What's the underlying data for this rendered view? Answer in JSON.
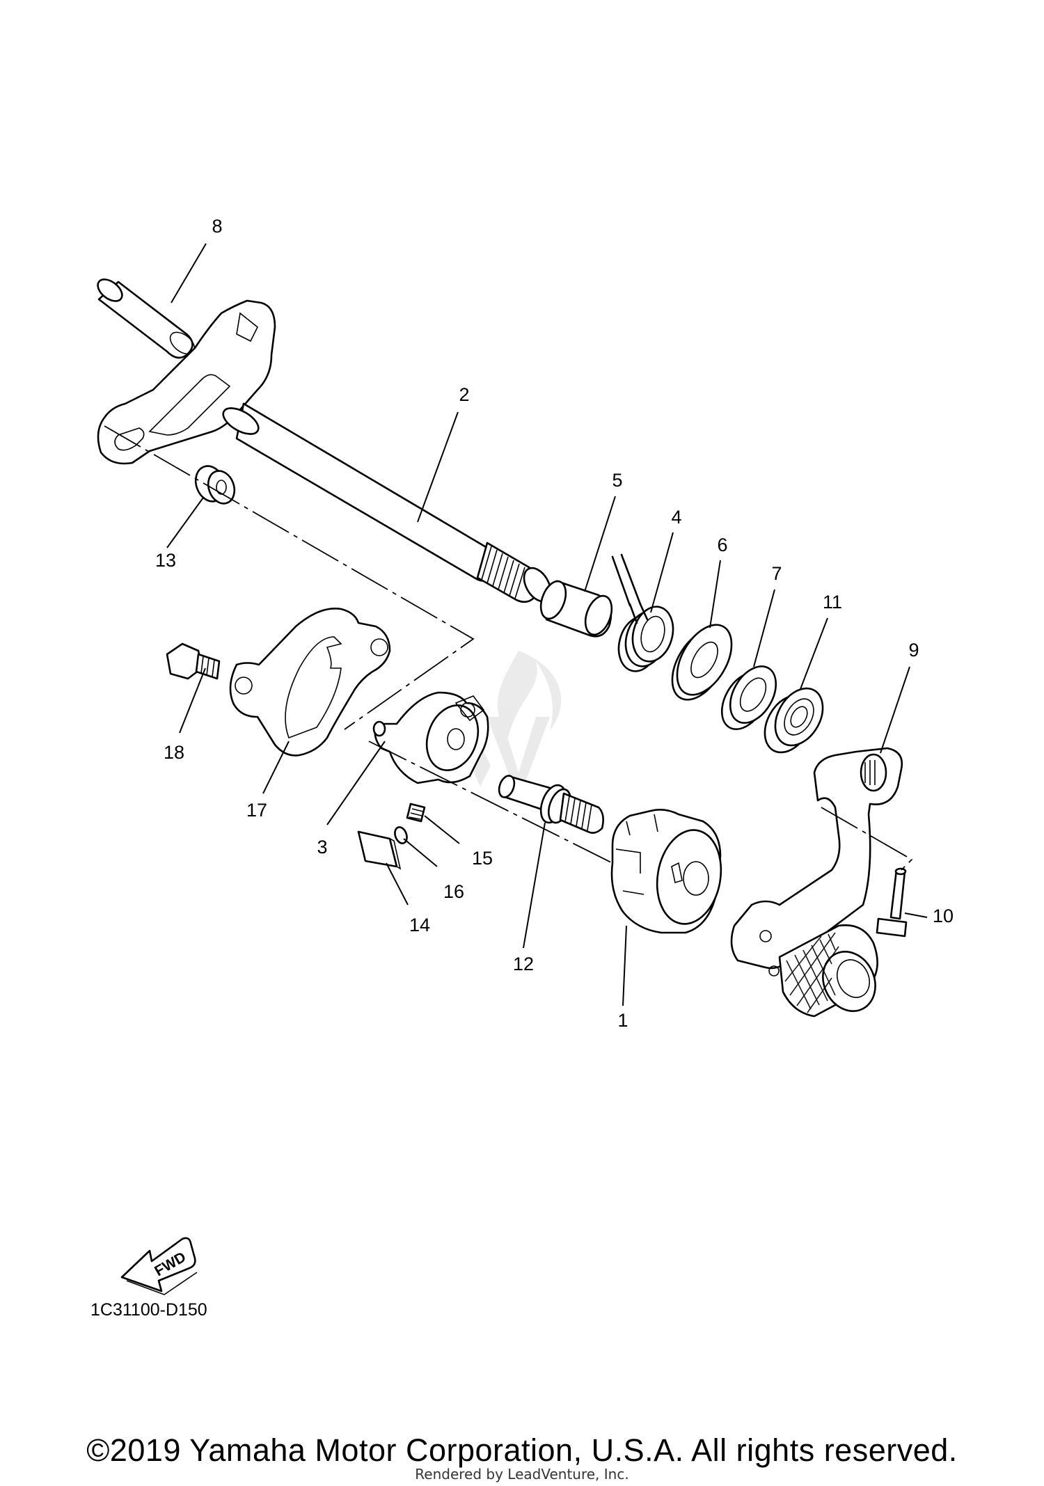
{
  "diagram_code": "1C31100-D150",
  "fwd_label": "FWD",
  "copyright": "©2019 Yamaha Motor Corporation, U.S.A. All rights reserved.",
  "rendered_by": "Rendered by LeadVenture, Inc.",
  "callouts": {
    "c1": "1",
    "c2": "2",
    "c3": "3",
    "c4": "4",
    "c5": "5",
    "c6": "6",
    "c7": "7",
    "c8": "8",
    "c9": "9",
    "c10": "10",
    "c11": "11",
    "c12": "12",
    "c13": "13",
    "c14": "14",
    "c15": "15",
    "c16": "16",
    "c17": "17",
    "c18": "18"
  }
}
